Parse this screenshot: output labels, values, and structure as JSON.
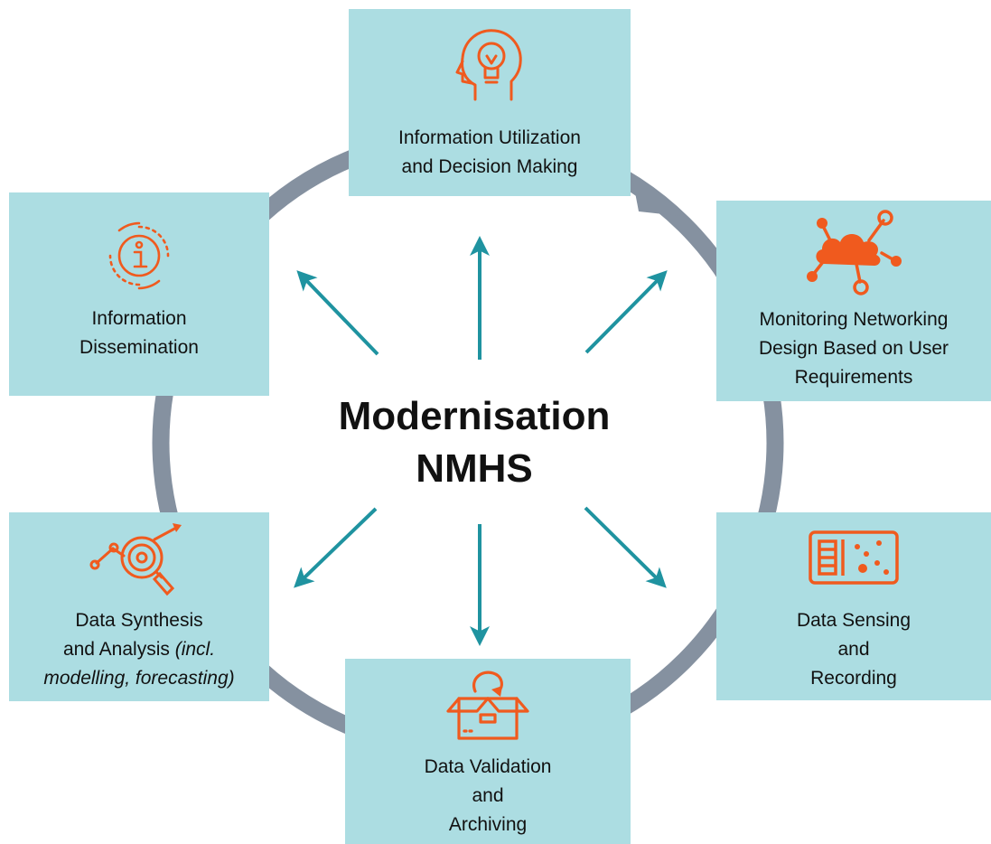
{
  "diagram": {
    "center": {
      "line1": "Modernisation",
      "line2": "NMHS"
    },
    "nodes": {
      "top": {
        "lines": [
          "Information Utilization",
          "and Decision Making"
        ],
        "icon": "head-lightbulb-icon"
      },
      "right_top": {
        "lines": [
          "Monitoring Networking",
          "Design Based on User",
          "Requirements"
        ],
        "icon": "cloud-network-icon"
      },
      "right_bottom": {
        "lines": [
          "Data Sensing",
          "and",
          "Recording"
        ],
        "icon": "data-panel-icon"
      },
      "bottom": {
        "lines": [
          "Data Validation",
          "and",
          "Archiving"
        ],
        "icon": "archive-box-icon"
      },
      "left_bottom": {
        "line1": "Data Synthesis",
        "line2_prefix": "and Analysis ",
        "line2_italic": "(incl.",
        "line3_italic": "modelling, forecasting)",
        "icon": "magnifier-trend-icon"
      },
      "left_top": {
        "lines": [
          "Information",
          "Dissemination"
        ],
        "icon": "info-circle-icon"
      }
    },
    "colors": {
      "box_fill": "#acdde2",
      "ring": "#8591a0",
      "arrow": "#1f93a0",
      "icon": "#f05a1e",
      "text": "#111111"
    }
  }
}
